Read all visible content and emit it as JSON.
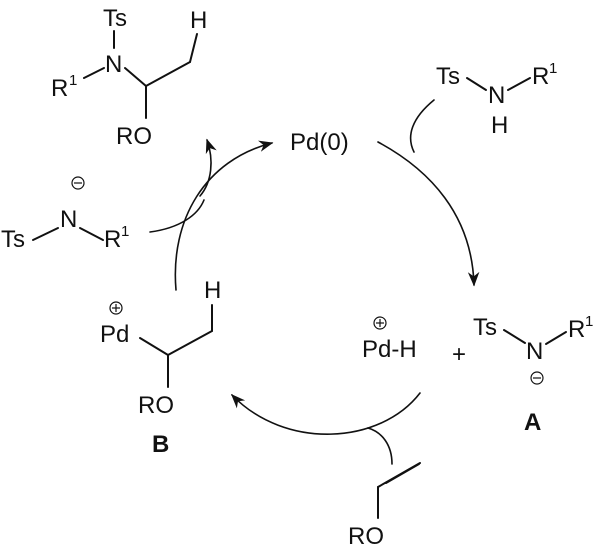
{
  "cycle": {
    "catalyst": "Pd(0)",
    "pd_hydride": "Pd-H",
    "plus": "+",
    "intermediate_b_label": "B",
    "anion_a_label": "A"
  },
  "labels": {
    "Ts": "Ts",
    "N": "N",
    "H": "H",
    "R": "R",
    "one": "1",
    "RO": "RO",
    "Pd": "Pd"
  }
}
